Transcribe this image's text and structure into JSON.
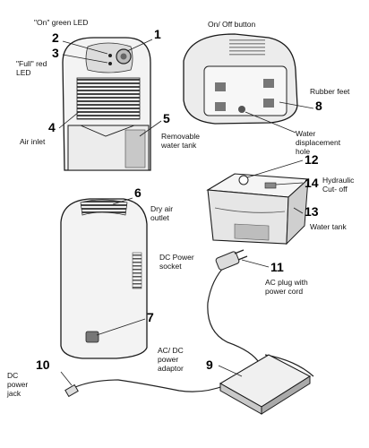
{
  "callouts": [
    {
      "number": "1",
      "label": "On/ Off button"
    },
    {
      "number": "2",
      "label": "\"On\" green LED"
    },
    {
      "number": "3",
      "label": "\"Full\" red\nLED"
    },
    {
      "number": "4",
      "label": "Air inlet"
    },
    {
      "number": "5",
      "label": "Removable\nwater tank"
    },
    {
      "number": "6",
      "label": "Dry air\noutlet"
    },
    {
      "number": "7",
      "label": "DC Power\nsocket"
    },
    {
      "number": "8",
      "label": "Rubber feet"
    },
    {
      "number": "",
      "label": "Water\ndisplacement\nhole"
    },
    {
      "number": "9",
      "label": "AC/ DC\npower\nadaptor"
    },
    {
      "number": "10",
      "label": "DC\npower\njack"
    },
    {
      "number": "11",
      "label": "AC plug with\npower cord"
    },
    {
      "number": "12",
      "label": ""
    },
    {
      "number": "13",
      "label": "Water tank"
    },
    {
      "number": "14",
      "label": "Hydraulic\nCut- off"
    }
  ],
  "colors": {
    "line": "#1a1a1a",
    "body": "#f4f4f4",
    "shade": "#cfcfcf",
    "dark": "#555555"
  }
}
